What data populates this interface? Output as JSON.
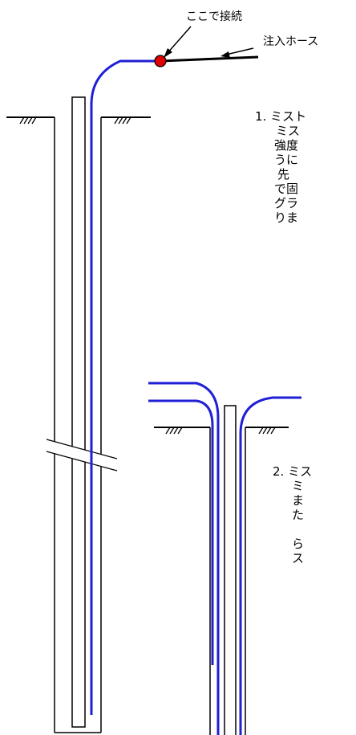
{
  "labels": {
    "connect_here": "ここで接続",
    "injection_hose": "注入ホース"
  },
  "step1": {
    "heading": "1. ミスト",
    "lines": [
      "ミス",
      "強度",
      "うに",
      "先",
      "で固",
      "グラ",
      "りま"
    ]
  },
  "step2": {
    "heading": "2. ミス",
    "lines": [
      "ミ",
      "ま",
      "た",
      "",
      "ら",
      "ス"
    ]
  },
  "colors": {
    "pipe": "#1f1fd6",
    "connector": "#e00000",
    "line": "#000000"
  },
  "icons": [
    "ground-hatch-icon",
    "connector-dot-icon"
  ]
}
